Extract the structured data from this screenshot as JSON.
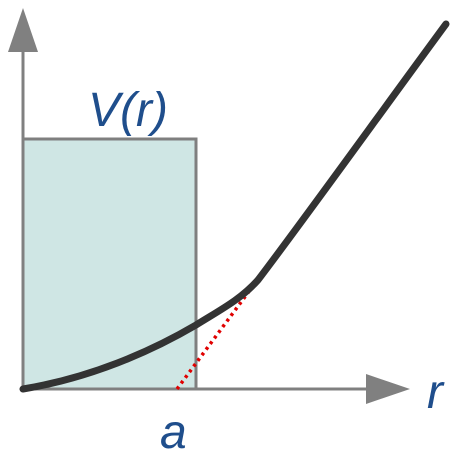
{
  "labels": {
    "potential": "V(r)",
    "x_axis": "r",
    "well_edge": "a"
  },
  "colors": {
    "axis": "#808080",
    "well_fill": "#cfe6e4",
    "well_stroke": "#7f7f7f",
    "curve": "#333333",
    "asymptote": "#e00000",
    "label": "#1f4e8c"
  }
}
